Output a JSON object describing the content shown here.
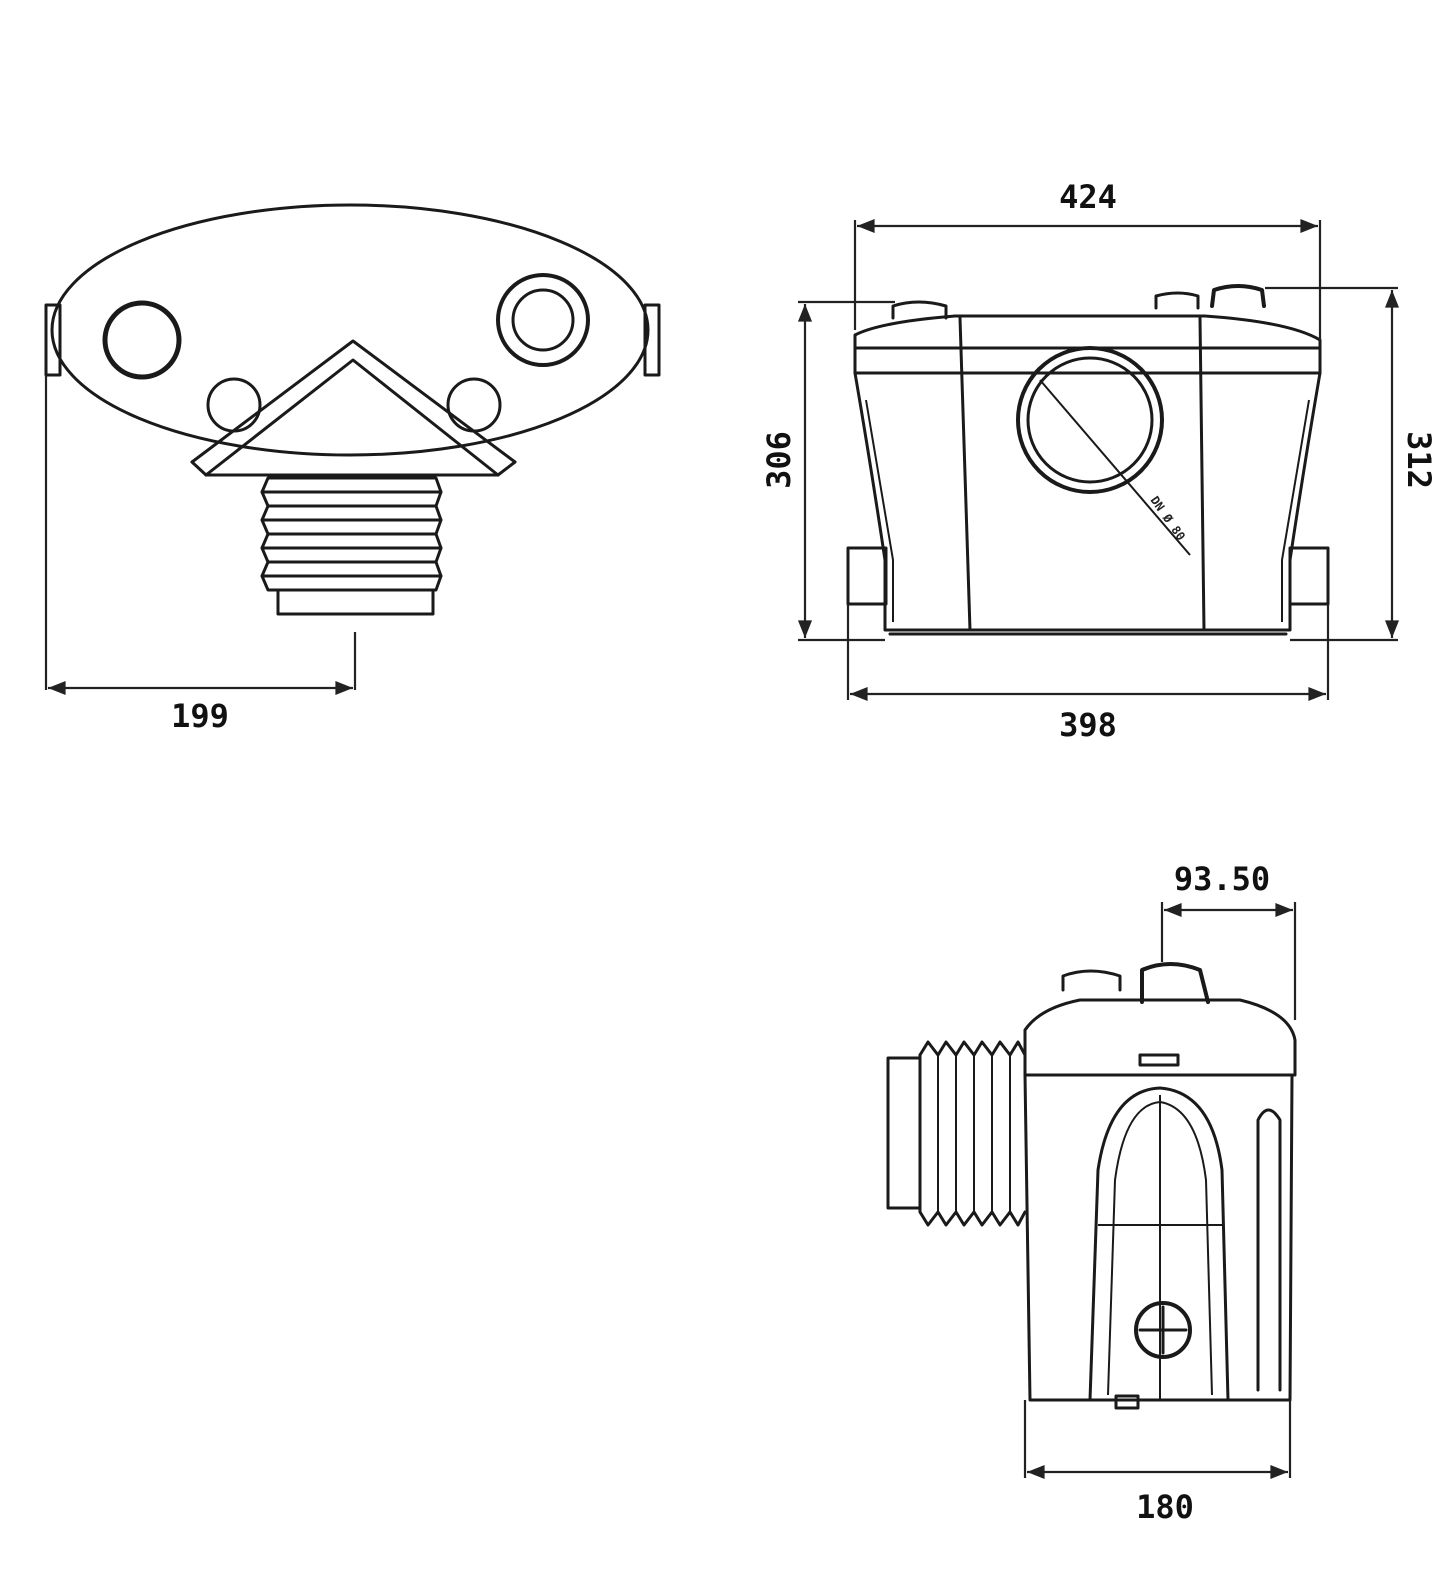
{
  "dimensions": {
    "top_view_width": "199",
    "front_top_width": "424",
    "front_bottom_width": "398",
    "front_left_height": "306",
    "front_right_height": "312",
    "side_outlet_offset": "93.50",
    "side_depth": "180",
    "inlet_label": "DN Ø 80"
  },
  "colors": {
    "line": "#1a1a1a",
    "background": "#ffffff"
  }
}
